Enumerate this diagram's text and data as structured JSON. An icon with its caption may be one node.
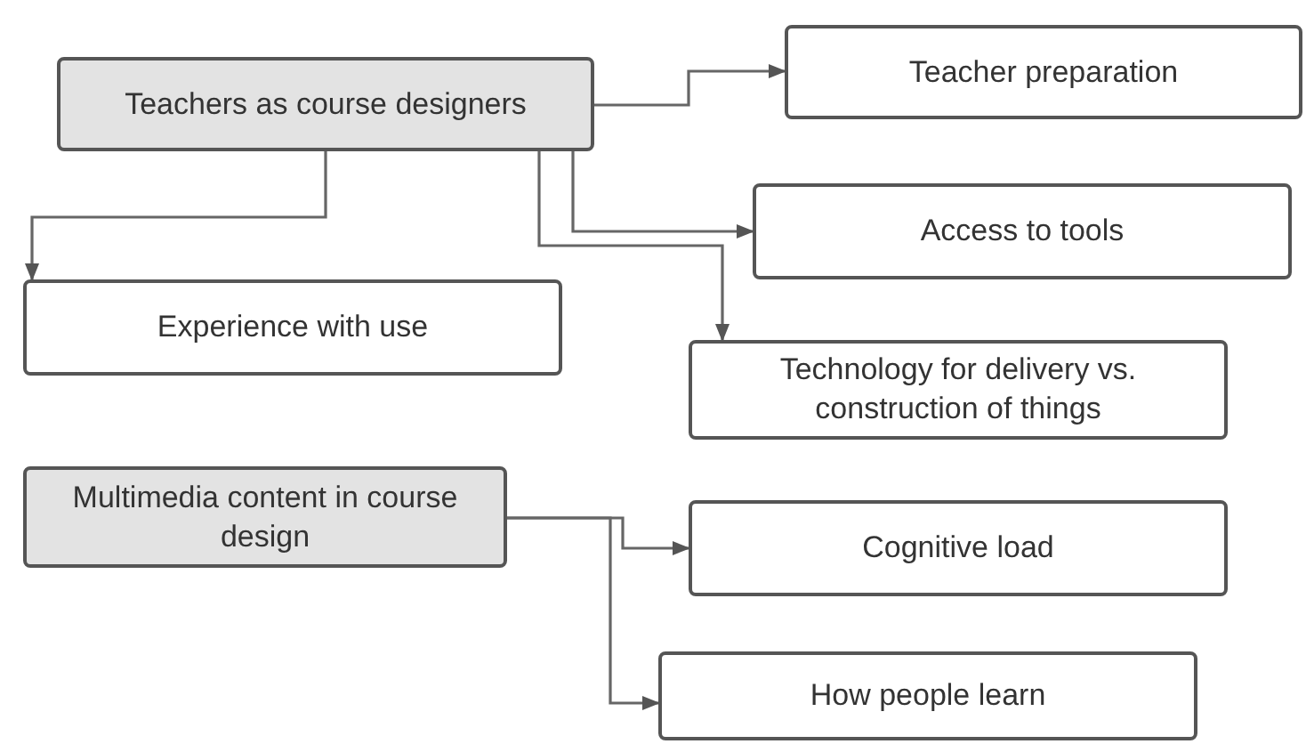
{
  "diagram": {
    "nodes": [
      {
        "text": [
          "Teachers as course designers"
        ]
      },
      {
        "text": [
          "Teacher preparation"
        ]
      },
      {
        "text": [
          "Access to tools"
        ]
      },
      {
        "text": [
          "Experience with use"
        ]
      },
      {
        "text": [
          "Technology for delivery vs. construction of things"
        ]
      },
      {
        "text": [
          "Multimedia content in course design"
        ]
      },
      {
        "text": [
          "Cognitive load"
        ]
      },
      {
        "text": [
          "How people learn"
        ]
      }
    ],
    "edges": [
      {
        "from": 0,
        "to": 1,
        "arrow": "to"
      },
      {
        "from": 0,
        "to": 3,
        "arrow": "to"
      },
      {
        "from": 0,
        "to": 2,
        "arrow": "to"
      },
      {
        "from": 0,
        "to": 4,
        "arrow": "to"
      },
      {
        "from": 5,
        "to": 6,
        "arrow": "to"
      },
      {
        "from": 5,
        "to": 7,
        "arrow": "to"
      }
    ]
  }
}
